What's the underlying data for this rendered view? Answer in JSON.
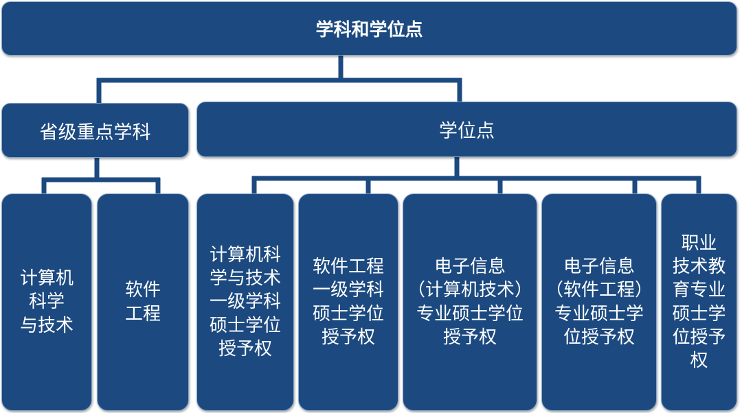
{
  "colors": {
    "box": "#1c4a80",
    "line": "#1c4a80",
    "text": "#ffffff"
  },
  "root": {
    "label": "学科和学位点"
  },
  "provincial": {
    "label": "省级重点学科",
    "children": [
      "计算机\n科学\n与技术",
      "软件\n工程"
    ]
  },
  "degree_points": {
    "label": "学位点",
    "children": [
      "计算机科\n学与技术\n一级学科\n硕士学位\n授予权",
      "软件工程\n一级学科\n硕士学位\n授予权",
      "电子信息\n（计算机技术）\n专业硕士学位\n授予权",
      "电子信息\n（软件工程）\n专业硕士学\n位授予权",
      "职业\n技术教\n育专业\n硕士学\n位授予\n权"
    ]
  }
}
